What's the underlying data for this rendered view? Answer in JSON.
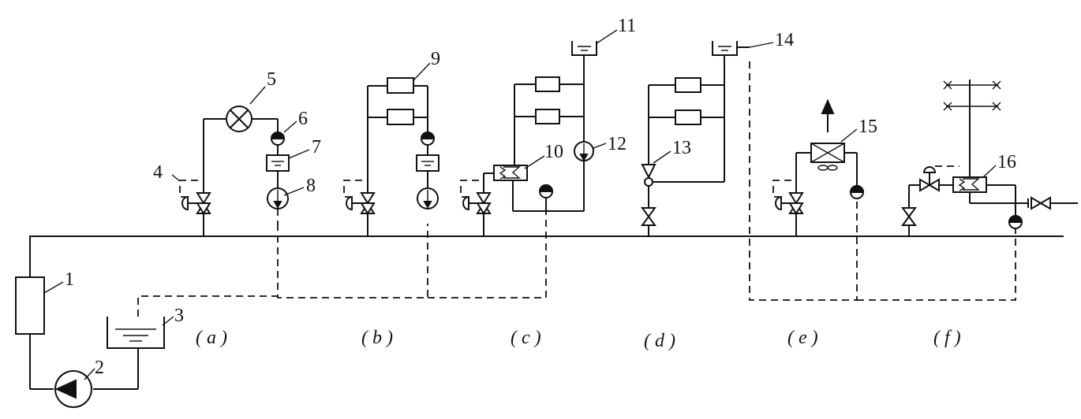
{
  "labels": {
    "n1": "1",
    "n2": "2",
    "n3": "3",
    "n4": "4",
    "n5": "5",
    "n6": "6",
    "n7": "7",
    "n8": "8",
    "n9": "9",
    "n10": "10",
    "n11": "11",
    "n12": "12",
    "n13": "13",
    "n14": "14",
    "n15": "15",
    "n16": "16"
  },
  "captions": {
    "a": "( a )",
    "b": "( b )",
    "c": "( c )",
    "d": "( d )",
    "e": "( e )",
    "f": "( f )"
  }
}
